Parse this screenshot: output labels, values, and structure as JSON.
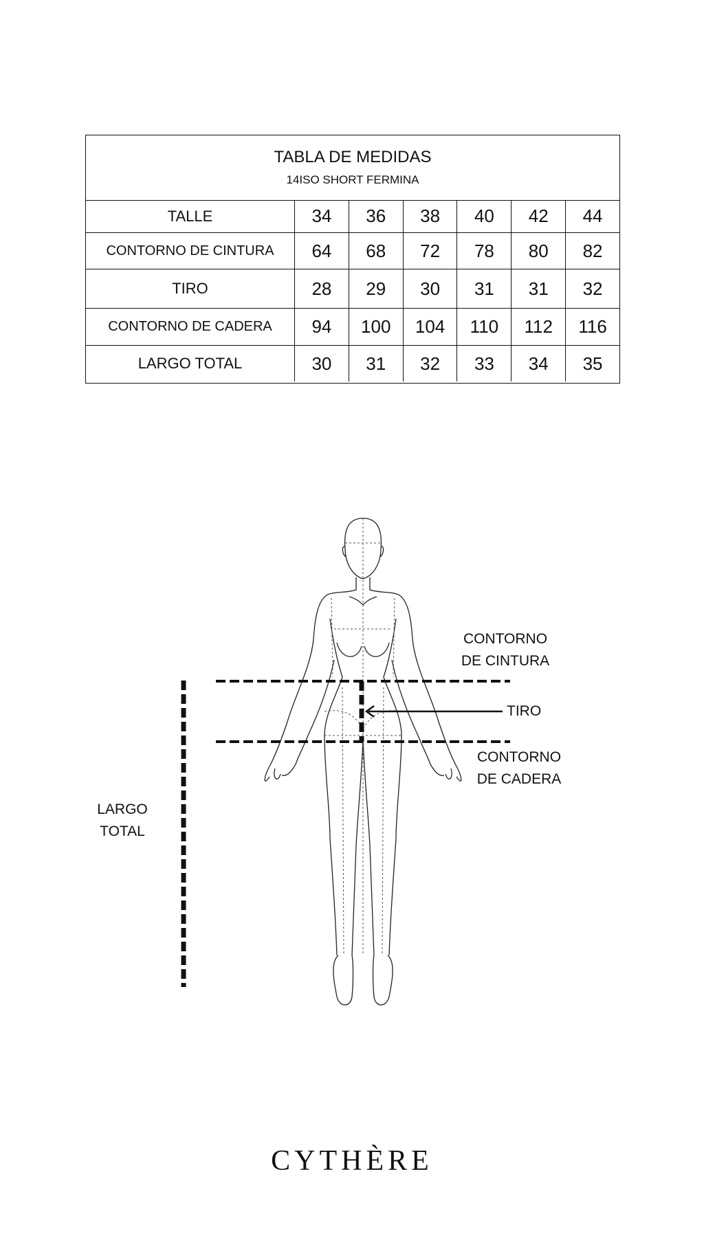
{
  "table": {
    "title": "TABLA DE MEDIDAS",
    "subtitle": "14ISO SHORT FERMINA",
    "rows": [
      {
        "label": "TALLE",
        "values": [
          "34",
          "36",
          "38",
          "40",
          "42",
          "44"
        ]
      },
      {
        "label": "CONTORNO DE CINTURA",
        "values": [
          "64",
          "68",
          "72",
          "78",
          "80",
          "82"
        ]
      },
      {
        "label": "TIRO",
        "values": [
          "28",
          "29",
          "30",
          "31",
          "31",
          "32"
        ]
      },
      {
        "label": "CONTORNO DE CADERA",
        "values": [
          "94",
          "100",
          "104",
          "110",
          "112",
          "116"
        ]
      },
      {
        "label": "LARGO TOTAL",
        "values": [
          "30",
          "31",
          "32",
          "33",
          "34",
          "35"
        ]
      }
    ]
  },
  "diagram": {
    "waist_label_1": "CONTORNO",
    "waist_label_2": "DE CINTURA",
    "tiro_label": "TIRO",
    "hip_label_1": "CONTORNO",
    "hip_label_2": "DE CADERA",
    "length_label_1": "LARGO",
    "length_label_2": "TOTAL"
  },
  "brand": {
    "logo": "CYTHÈRE"
  }
}
